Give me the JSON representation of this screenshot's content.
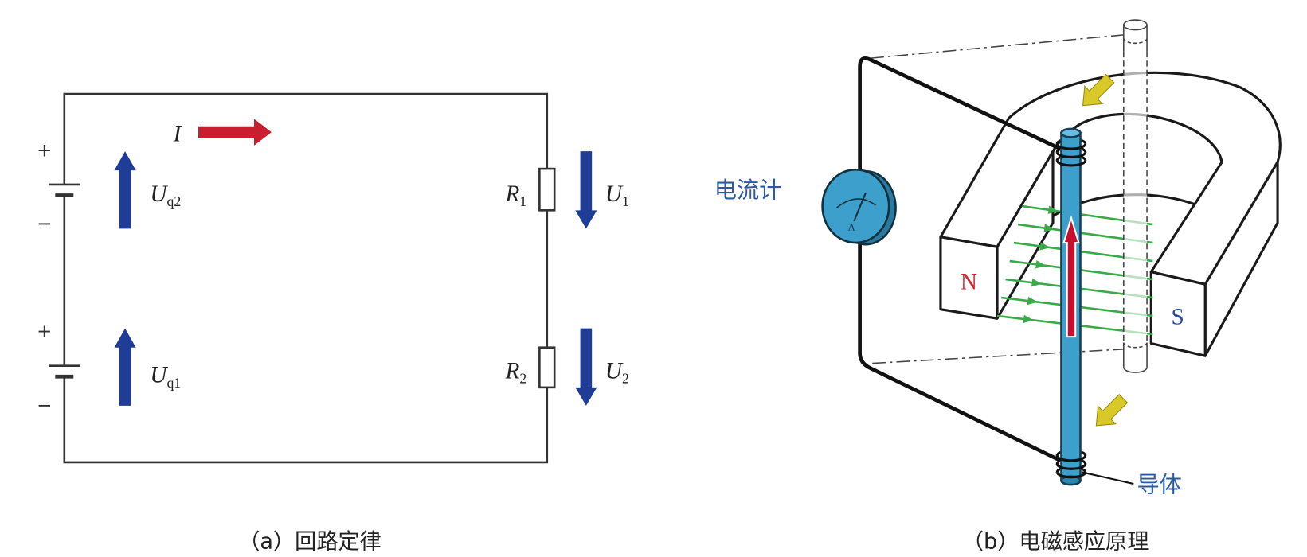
{
  "panel_a": {
    "caption": "（a）回路定律",
    "current_label": "I",
    "sources": [
      {
        "plus": "+",
        "minus": "−",
        "symbol": "U",
        "subscript": "q2"
      },
      {
        "plus": "+",
        "minus": "−",
        "symbol": "U",
        "subscript": "q1"
      }
    ],
    "resistors": [
      {
        "symbol": "R",
        "subscript": "1",
        "voltage_symbol": "U",
        "voltage_subscript": "1"
      },
      {
        "symbol": "R",
        "subscript": "2",
        "voltage_symbol": "U",
        "voltage_subscript": "2"
      }
    ],
    "colors": {
      "voltage_arrow": "#1f3c96",
      "current_arrow": "#c81e2e",
      "wire": "#333333"
    }
  },
  "panel_b": {
    "caption": "（b）电磁感应原理",
    "galvanometer_label": "电流计",
    "galvanometer_dial": "A",
    "north_pole": "N",
    "south_pole": "S",
    "conductor_label": "导体",
    "colors": {
      "label": "#2b5aa6",
      "north_pole": "#d6242e",
      "south_pole": "#2b4a9e",
      "conductor": "#3d9fcc",
      "conductor_arrow": "#c8102e",
      "field_lines": "#3aaa48",
      "motion_arrow": "#d8c828",
      "galvanometer": "#3d9fcc"
    }
  }
}
